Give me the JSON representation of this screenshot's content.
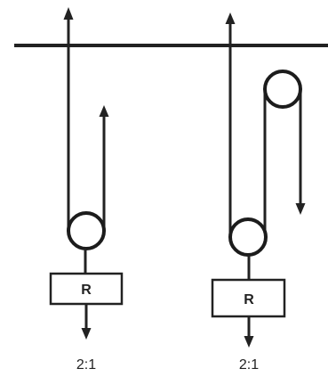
{
  "systems": [
    {
      "load_label": "R",
      "ratio_label": "2:1"
    },
    {
      "load_label": "R",
      "ratio_label": "2:1"
    }
  ]
}
